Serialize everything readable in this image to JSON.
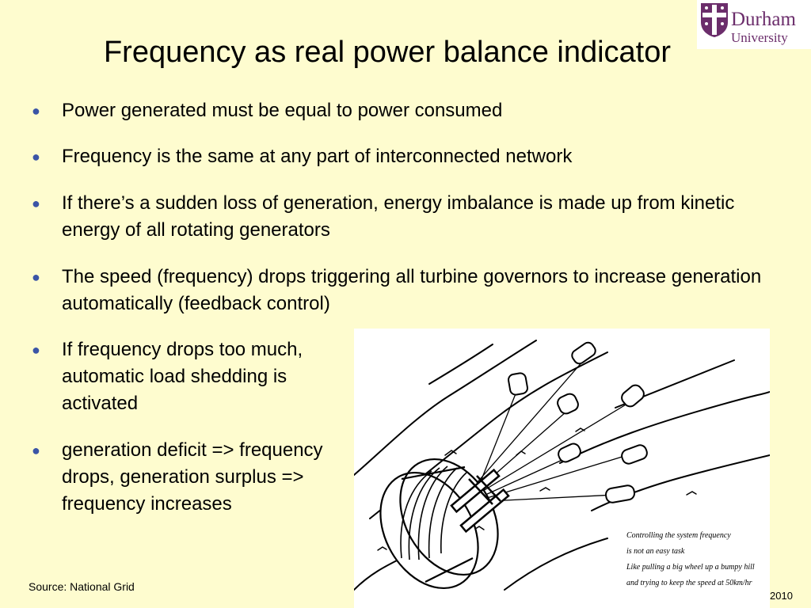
{
  "slide": {
    "title": "Frequency as real power balance indicator",
    "bullets": [
      "Power generated must be equal to power consumed",
      "Frequency is the same at any part of interconnected network",
      "If there’s a sudden loss of generation, energy imbalance is made up from kinetic energy of all rotating generators",
      "The speed (frequency) drops triggering all turbine governors to increase generation automatically (feedback control)",
      "If frequency drops too much, automatic load shedding is activated",
      "generation deficit => frequency drops, generation surplus => frequency increases"
    ],
    "bullet_symbol": "●",
    "bullet_color": "#3b55a6",
    "background_color": "#fefccf"
  },
  "logo": {
    "line1": "Durham",
    "line2": "University",
    "brand_color": "#6b2d6b"
  },
  "figure": {
    "caption_lines": [
      "Controlling the system frequency",
      "is not an easy task",
      "Like pulling a big wheel up a bumpy hill",
      "and trying to keep the speed at 50km/hr"
    ]
  },
  "footer": {
    "source": "Source: National Grid",
    "year_fragment": "2010"
  }
}
